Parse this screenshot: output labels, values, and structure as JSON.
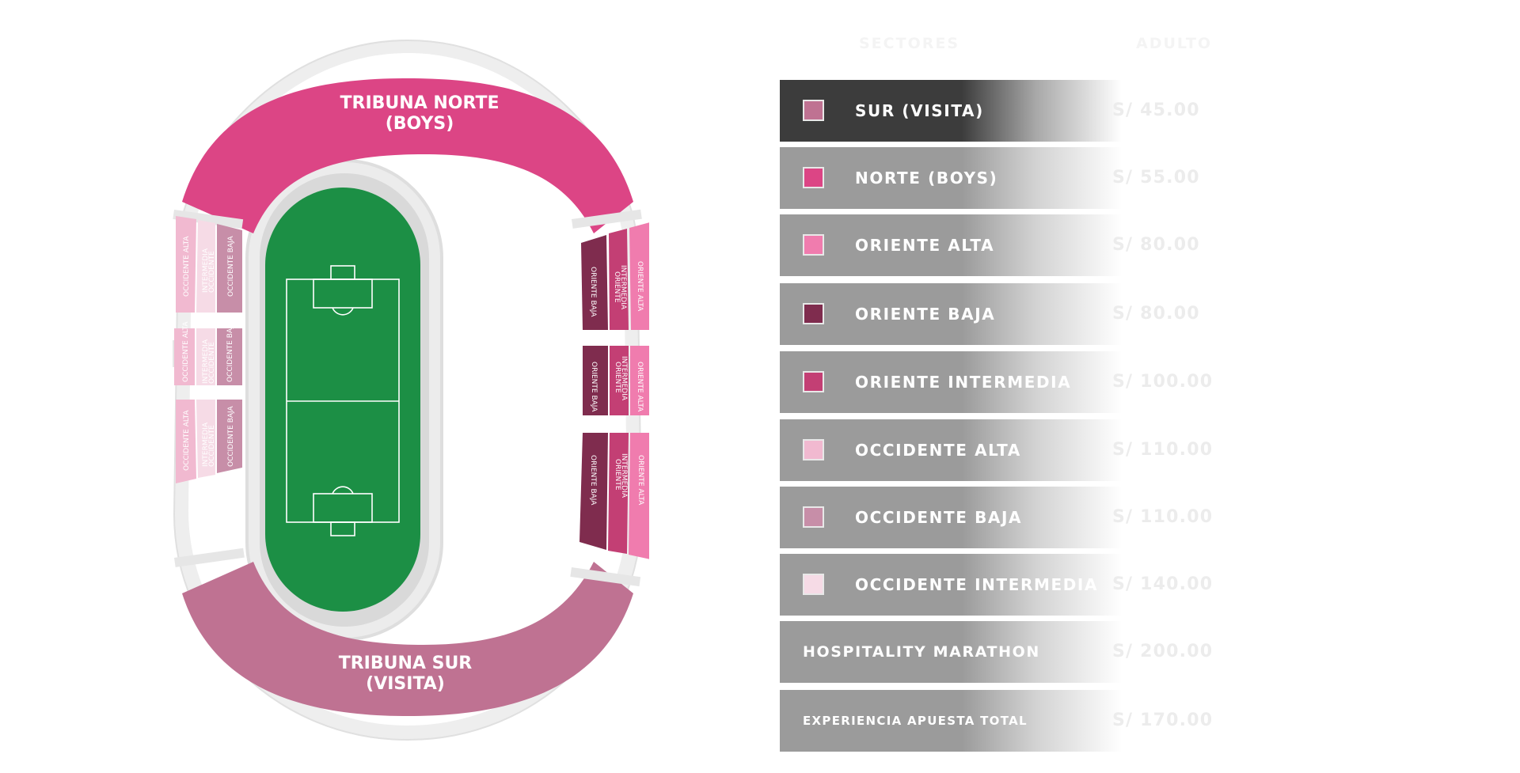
{
  "map": {
    "norte": {
      "line1": "TRIBUNA NORTE",
      "line2": "(BOYS)"
    },
    "sur": {
      "line1": "TRIBUNA SUR",
      "line2": "(VISITA)"
    },
    "oriente_baja": "ORIENTE BAJA",
    "oriente_intermedia_1": "ORIENTE",
    "oriente_intermedia_2": "INTERMEDIA",
    "oriente_alta": "ORIENTE ALTA",
    "occidente_alta": "OCCIDENTE ALTA",
    "occidente_intermedia_1": "INTERMEDIA",
    "occidente_intermedia_2": "OCCIDENTE",
    "occidente_baja": "OCCIDENTE BAJA"
  },
  "colors": {
    "norte": "#dc4585",
    "sur": "#bf7292",
    "oriente_baja": "#7f2c4e",
    "oriente_intermedia": "#c33f74",
    "oriente_alta": "#f07cae",
    "occidente_alta": "#f1b9d0",
    "occidente_baja": "#c78ea8",
    "occidente_intermedia": "#f6dbe6",
    "pitch": "#1c8f45"
  },
  "table": {
    "header_sector": "SECTORES",
    "header_price": "ADULTO",
    "rows": [
      {
        "name": "SUR (VISITA)",
        "price": "S/ 45.00",
        "swatch": "#bf7292"
      },
      {
        "name": "NORTE (BOYS)",
        "price": "S/ 55.00",
        "swatch": "#dc4585"
      },
      {
        "name": "ORIENTE ALTA",
        "price": "S/ 80.00",
        "swatch": "#f07cae"
      },
      {
        "name": "ORIENTE BAJA",
        "price": "S/ 80.00",
        "swatch": "#7f2c4e"
      },
      {
        "name": "ORIENTE INTERMEDIA",
        "price": "S/ 100.00",
        "swatch": "#c33f74"
      },
      {
        "name": "OCCIDENTE ALTA",
        "price": "S/ 110.00",
        "swatch": "#f1b9d0"
      },
      {
        "name": "OCCIDENTE BAJA",
        "price": "S/ 110.00",
        "swatch": "#c78ea8"
      },
      {
        "name": "OCCIDENTE INTERMEDIA",
        "price": "S/ 140.00",
        "swatch": "#f6dbe6"
      },
      {
        "name": "HOSPITALITY MARATHON",
        "price": "S/ 200.00"
      },
      {
        "name": "EXPERIENCIA APUESTA TOTAL",
        "price": "S/ 170.00"
      }
    ]
  }
}
